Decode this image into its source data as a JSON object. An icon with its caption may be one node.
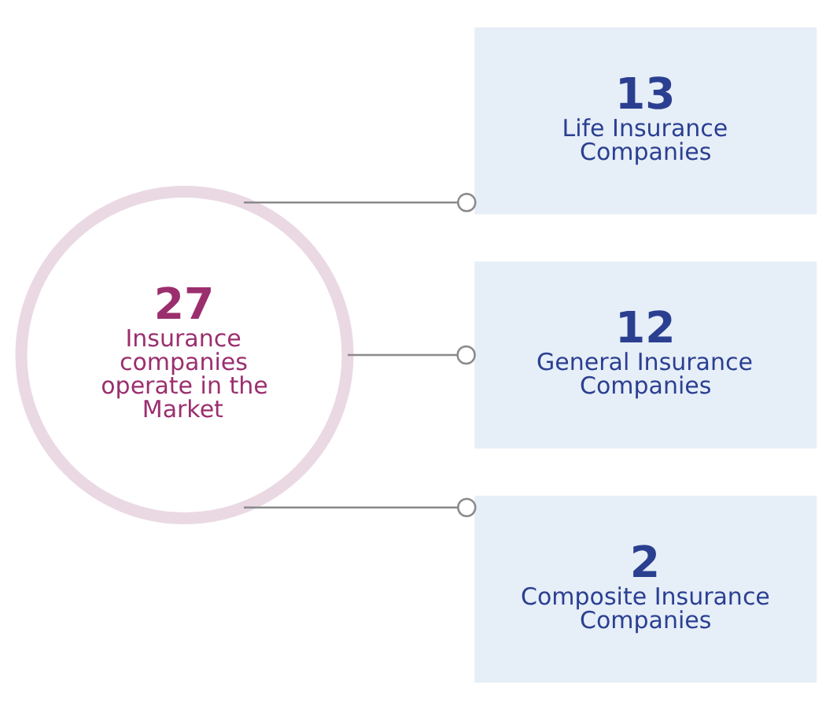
{
  "diagram": {
    "nodes": [
      {
        "text": [
          "27",
          "Insurance companies operate in the Market"
        ]
      },
      {
        "text": [
          "13",
          "Life Insurance Companies"
        ]
      },
      {
        "text": [
          "12",
          "General Insurance Companies"
        ]
      },
      {
        "text": [
          "2",
          "Composite Insurance Companies"
        ]
      }
    ],
    "edges": [
      {
        "from": 0,
        "to": 1,
        "arrow": "other"
      },
      {
        "from": 0,
        "to": 2,
        "arrow": "other"
      },
      {
        "from": 0,
        "to": 3,
        "arrow": "other"
      }
    ]
  }
}
